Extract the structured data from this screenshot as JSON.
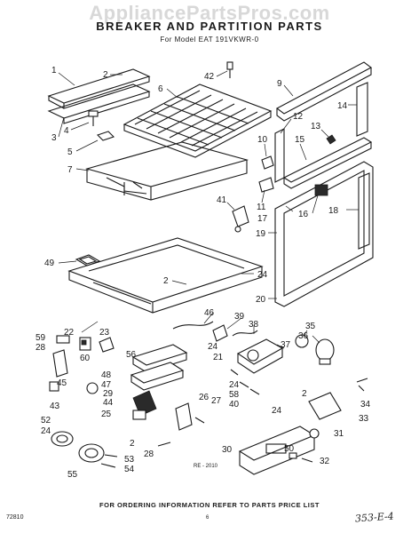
{
  "watermark": "AppliancePartsPros.com",
  "header": {
    "title": "BREAKER AND PARTITION PARTS",
    "subtitle": "For Model EAT 191VKWR-0"
  },
  "diagram_code": "RE - 2010",
  "footer": {
    "notice": "FOR ORDERING INFORMATION REFER TO PARTS PRICE LIST",
    "page_code": "72810",
    "page_number": "6",
    "handwritten_note": "353-E-4"
  },
  "callouts": [
    {
      "id": "c1",
      "label": "1"
    },
    {
      "id": "c2a",
      "label": "2"
    },
    {
      "id": "c3",
      "label": "3"
    },
    {
      "id": "c4",
      "label": "4"
    },
    {
      "id": "c5",
      "label": "5"
    },
    {
      "id": "c6",
      "label": "6"
    },
    {
      "id": "c7",
      "label": "7"
    },
    {
      "id": "c42",
      "label": "42"
    },
    {
      "id": "c9",
      "label": "9"
    },
    {
      "id": "c14",
      "label": "14"
    },
    {
      "id": "c12",
      "label": "12"
    },
    {
      "id": "c13",
      "label": "13"
    },
    {
      "id": "c10",
      "label": "10"
    },
    {
      "id": "c15",
      "label": "15"
    },
    {
      "id": "c11",
      "label": "11"
    },
    {
      "id": "c17",
      "label": "17"
    },
    {
      "id": "c16",
      "label": "16"
    },
    {
      "id": "c18",
      "label": "18"
    },
    {
      "id": "c41",
      "label": "41"
    },
    {
      "id": "c19",
      "label": "19"
    },
    {
      "id": "c49",
      "label": "49"
    },
    {
      "id": "c2b",
      "label": "2"
    },
    {
      "id": "c24a",
      "label": "24"
    },
    {
      "id": "c20",
      "label": "20"
    },
    {
      "id": "c46",
      "label": "46"
    },
    {
      "id": "c22",
      "label": "22"
    },
    {
      "id": "c39",
      "label": "39"
    },
    {
      "id": "c38",
      "label": "38"
    },
    {
      "id": "c35",
      "label": "35"
    },
    {
      "id": "c59",
      "label": "59"
    },
    {
      "id": "c23",
      "label": "23"
    },
    {
      "id": "c37",
      "label": "37"
    },
    {
      "id": "c36",
      "label": "36"
    },
    {
      "id": "c28a",
      "label": "28"
    },
    {
      "id": "c60",
      "label": "60"
    },
    {
      "id": "c56",
      "label": "56"
    },
    {
      "id": "c24b",
      "label": "24"
    },
    {
      "id": "c21",
      "label": "21"
    },
    {
      "id": "c45",
      "label": "45"
    },
    {
      "id": "c48",
      "label": "48"
    },
    {
      "id": "c47",
      "label": "47"
    },
    {
      "id": "c24c",
      "label": "24"
    },
    {
      "id": "c58",
      "label": "58"
    },
    {
      "id": "c40",
      "label": "40"
    },
    {
      "id": "c29",
      "label": "29"
    },
    {
      "id": "c43",
      "label": "43"
    },
    {
      "id": "c44",
      "label": "44"
    },
    {
      "id": "c26",
      "label": "26"
    },
    {
      "id": "c27",
      "label": "27"
    },
    {
      "id": "c2c",
      "label": "2"
    },
    {
      "id": "c34",
      "label": "34"
    },
    {
      "id": "c24d",
      "label": "24"
    },
    {
      "id": "c25",
      "label": "25"
    },
    {
      "id": "c33",
      "label": "33"
    },
    {
      "id": "c52",
      "label": "52"
    },
    {
      "id": "c24e",
      "label": "24"
    },
    {
      "id": "c2d",
      "label": "2"
    },
    {
      "id": "c31",
      "label": "31"
    },
    {
      "id": "c28b",
      "label": "28"
    },
    {
      "id": "c30",
      "label": "30"
    },
    {
      "id": "c50",
      "label": "50"
    },
    {
      "id": "c32",
      "label": "32"
    },
    {
      "id": "c53",
      "label": "53"
    },
    {
      "id": "c54",
      "label": "54"
    },
    {
      "id": "c55",
      "label": "55"
    }
  ]
}
